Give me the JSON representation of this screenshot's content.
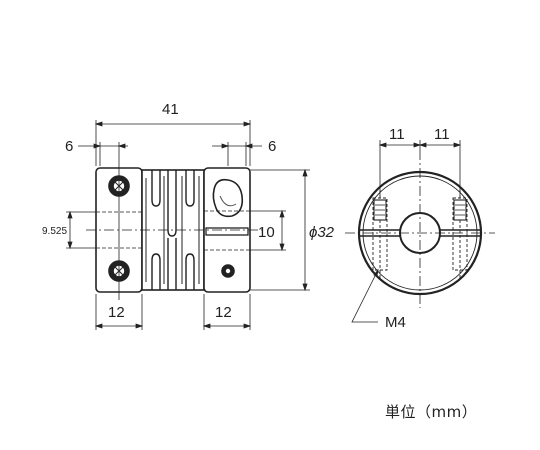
{
  "dimensions": {
    "overall_length": "41",
    "left_offset": "6",
    "right_offset": "6",
    "bore_left": "9.525",
    "bore_right": "10",
    "outer_diameter": "ϕ32",
    "hub_left": "12",
    "hub_right": "12",
    "half_width_left": "11",
    "half_width_right": "11",
    "screw": "M4"
  },
  "unit_label": "単位（mm）",
  "colors": {
    "line": "#222222",
    "body_fill": "#ffffff",
    "hatch": "#444444"
  }
}
